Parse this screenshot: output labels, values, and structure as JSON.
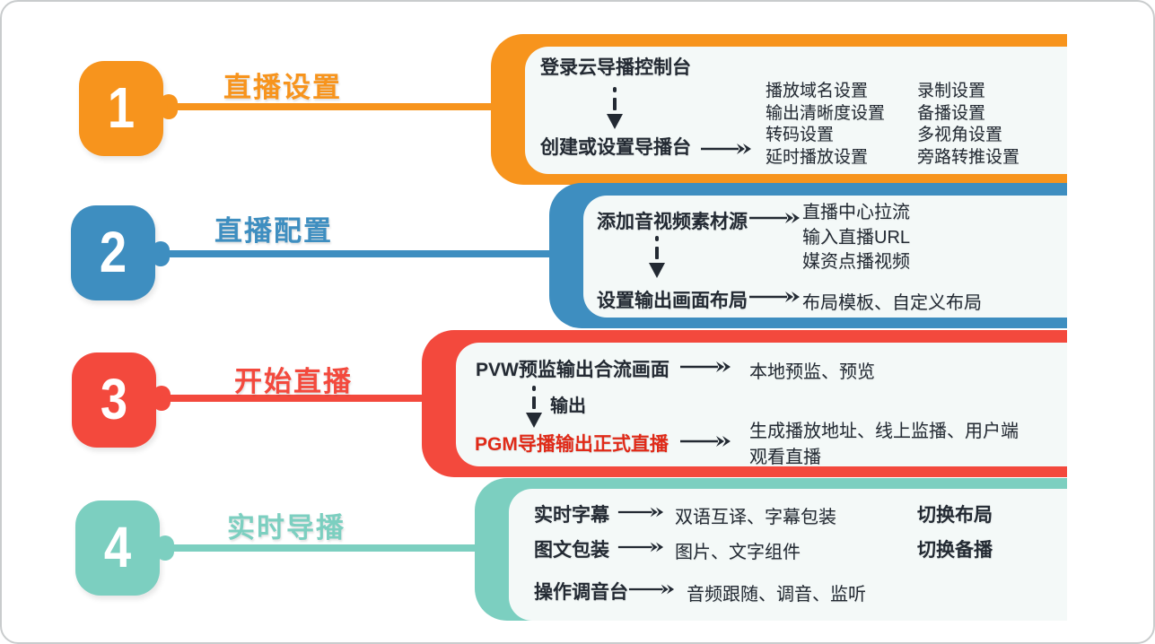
{
  "steps": [
    {
      "number": "1",
      "title": "直播设置",
      "color": "#F7941D"
    },
    {
      "number": "2",
      "title": "直播配置",
      "color": "#3E8EC0"
    },
    {
      "number": "3",
      "title": "开始直播",
      "color": "#F3493D"
    },
    {
      "number": "4",
      "title": "实时导播",
      "color": "#7CCFC0"
    }
  ],
  "panel1": {
    "login_label": "登录云导播控制台",
    "create_label": "创建或设置导播台",
    "settings_left": [
      "播放域名设置",
      "输出清晰度设置",
      "转码设置",
      "延时播放设置"
    ],
    "settings_right": [
      "录制设置",
      "备播设置",
      "多视角设置",
      "旁路转推设置"
    ]
  },
  "panel2": {
    "source_label": "添加音视频素材源",
    "source_options": [
      "直播中心拉流",
      "输入直播URL",
      "媒资点播视频"
    ],
    "layout_label": "设置输出画面布局",
    "layout_options": "布局模板、自定义布局"
  },
  "panel3": {
    "pvw_label": "PVW预监输出合流画面",
    "pvw_target": "本地预监、预览",
    "output_arrow_label": "输出",
    "pgm_label": "PGM导播输出正式直播",
    "pgm_target_line1": "生成播放地址、线上监播、用户端",
    "pgm_target_line2": "观看直播",
    "pgm_text_color": "#E02A18"
  },
  "panel4": {
    "rows": [
      {
        "label": "实时字幕",
        "target": "双语互译、字幕包装"
      },
      {
        "label": "图文包装",
        "target": "图片、文字组件"
      },
      {
        "label": "操作调音台",
        "target": "音频跟随、调音、监听"
      }
    ],
    "side_actions": [
      "切换布局",
      "切换备播"
    ]
  },
  "colors": {
    "ink": "#232A33",
    "panel_bg": "#F4F9F8"
  }
}
